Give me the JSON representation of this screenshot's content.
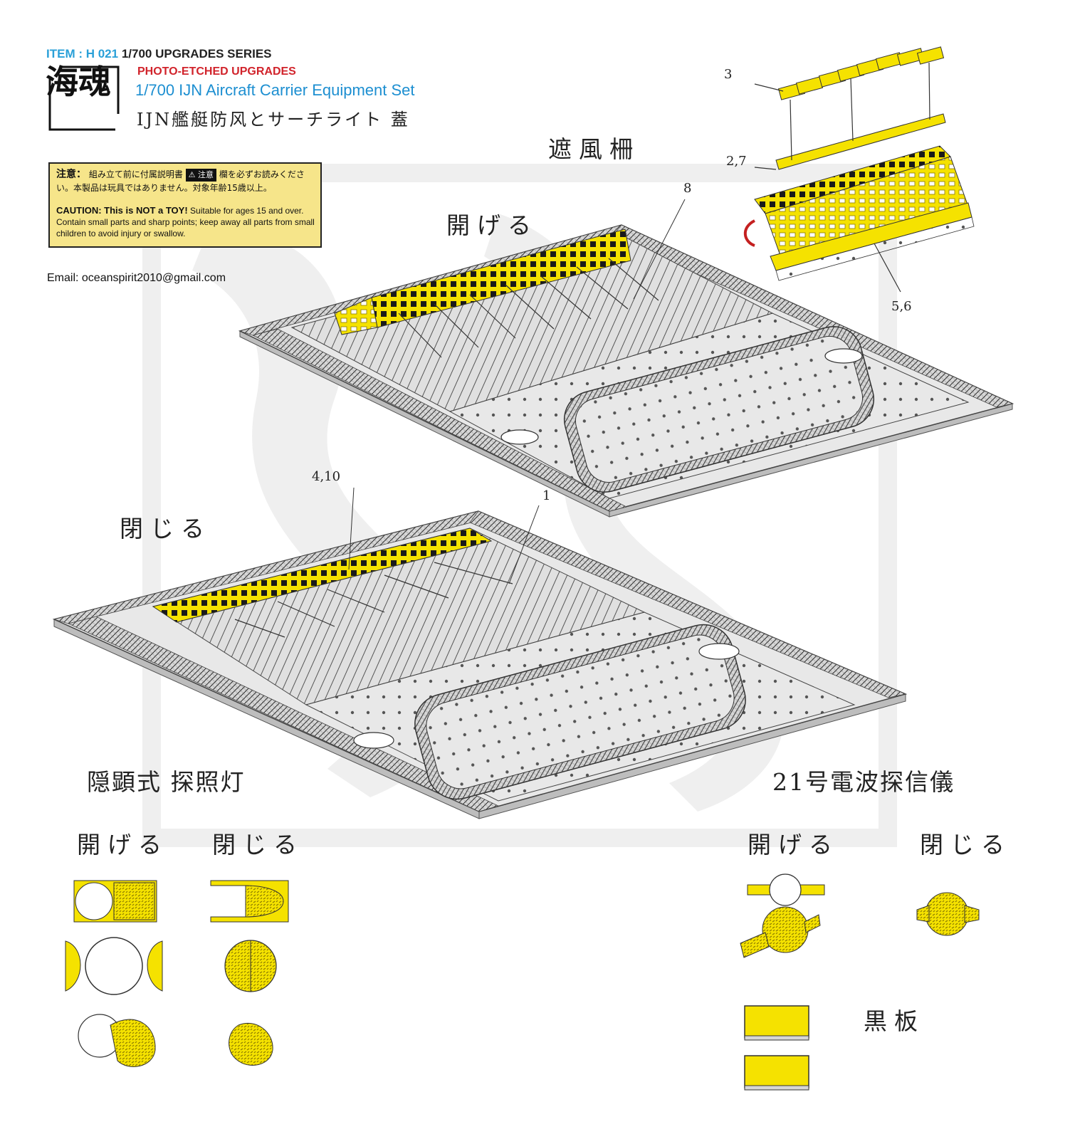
{
  "header": {
    "item_label": "ITEM : ",
    "item_code": "H 021",
    "series": "1/700  UPGRADES SERIES",
    "subtitle": "PHOTO-ETCHED UPGRADES",
    "title": "1/700 IJN Aircraft Carrier Equipment Set",
    "jp_title": "IJN艦艇防风とサーチライト 蓋",
    "logo_text": "海魂"
  },
  "caution": {
    "jp_prefix": "注意：",
    "jp_line_a": "組み立て前に付属説明書",
    "jp_warn": "⚠ 注意",
    "jp_line_b": "欄を必ずお読みください。本製品は玩具ではありません。対象年齢15歳以上。",
    "en_bold": "CAUTION: This is NOT a TOY!",
    "en_text": "Suitable for ages 15 and over. Contain small parts and sharp points; keep away all parts from small children to avoid injury or swallow."
  },
  "email": "Email: oceanspirit2010@gmail.com",
  "headings": {
    "windbreak": "遮風柵",
    "open_top": "開げる",
    "close_mid": "閉じる",
    "searchlight": "隠顕式 探照灯",
    "radar": "21号電波探信儀",
    "sl_open": "開げる",
    "sl_close": "閉じる",
    "radar_open": "開げる",
    "radar_close": "閉じる",
    "blackboard": "黒板"
  },
  "callouts": {
    "c3": "3",
    "c27": "2,7",
    "c8": "8",
    "c56": "5,6",
    "c410": "4,10",
    "c1": "1"
  },
  "colors": {
    "brass": "#f5e200",
    "deck": "#e6e6e6",
    "watermark": "#eeeeee"
  }
}
